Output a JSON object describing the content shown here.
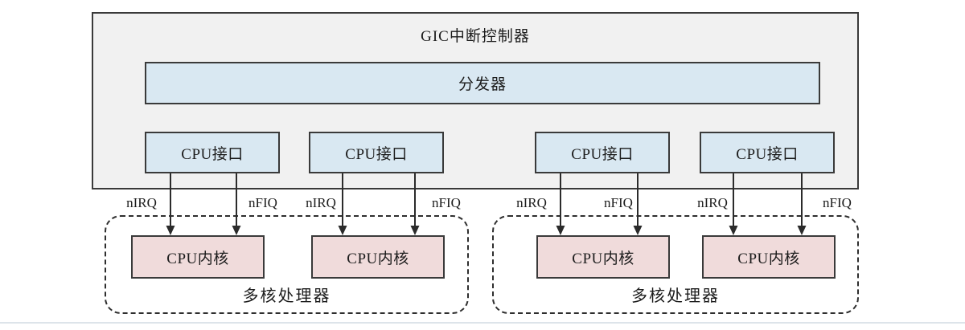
{
  "diagram": {
    "gic": {
      "title": "GIC中断控制器",
      "distributor": {
        "label": "分发器"
      },
      "cpu_interfaces": [
        {
          "label": "CPU接口"
        },
        {
          "label": "CPU接口"
        },
        {
          "label": "CPU接口"
        },
        {
          "label": "CPU接口"
        }
      ]
    },
    "signals": [
      {
        "label": "nIRQ"
      },
      {
        "label": "nFIQ"
      },
      {
        "label": "nIRQ"
      },
      {
        "label": "nFIQ"
      },
      {
        "label": "nIRQ"
      },
      {
        "label": "nFIQ"
      },
      {
        "label": "nIRQ"
      },
      {
        "label": "nFIQ"
      }
    ],
    "clusters": [
      {
        "label": "多核处理器",
        "cores": [
          {
            "label": "CPU内核"
          },
          {
            "label": "CPU内核"
          }
        ]
      },
      {
        "label": "多核处理器",
        "cores": [
          {
            "label": "CPU内核"
          },
          {
            "label": "CPU内核"
          }
        ]
      }
    ],
    "colors": {
      "panel_fill": "#f1f1f1",
      "interface_fill": "#d9e8f2",
      "core_fill": "#f0dbdb",
      "border": "#3a3a3a",
      "arrow": "#2b2b2b",
      "footer_rule": "#dde4ea"
    }
  }
}
